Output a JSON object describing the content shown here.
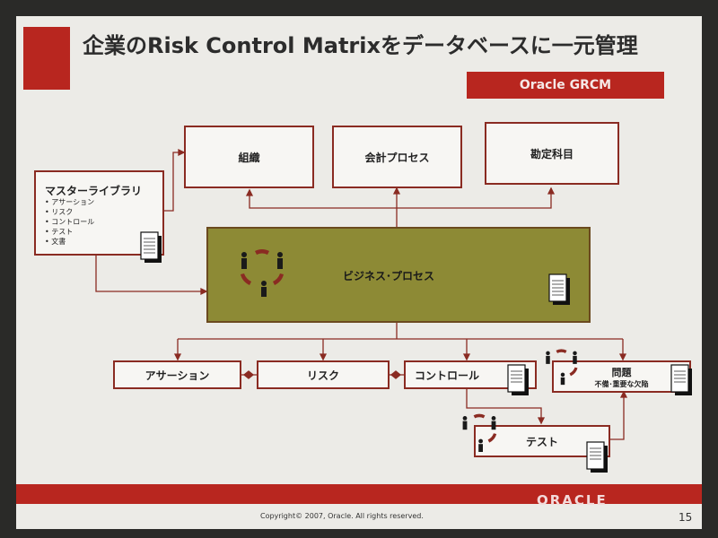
{
  "title": "企業のRisk Control Matrixをデータベースに一元管理",
  "badge": "Oracle GRCM",
  "top_boxes": [
    "組織",
    "会計プロセス",
    "勘定科目"
  ],
  "master_library": {
    "title": "マスターライブラリ",
    "items": [
      "アサーション",
      "リスク",
      "コントロール",
      "テスト",
      "文書"
    ]
  },
  "business_process": "ビジネス･プロセス",
  "bottom_boxes": {
    "assertion": "アサーション",
    "risk": "リスク",
    "control": "コントロール",
    "issue_title": "問題",
    "issue_sub": "不備･重要な欠陥",
    "test": "テスト"
  },
  "footer": {
    "logo": "ORACLE",
    "copyright": "Copyright© 2007, Oracle. All rights reserved.",
    "page": "15"
  },
  "colors": {
    "accent": "#b8261f",
    "process_fill": "#8d8a35",
    "line": "#8a2b22"
  }
}
